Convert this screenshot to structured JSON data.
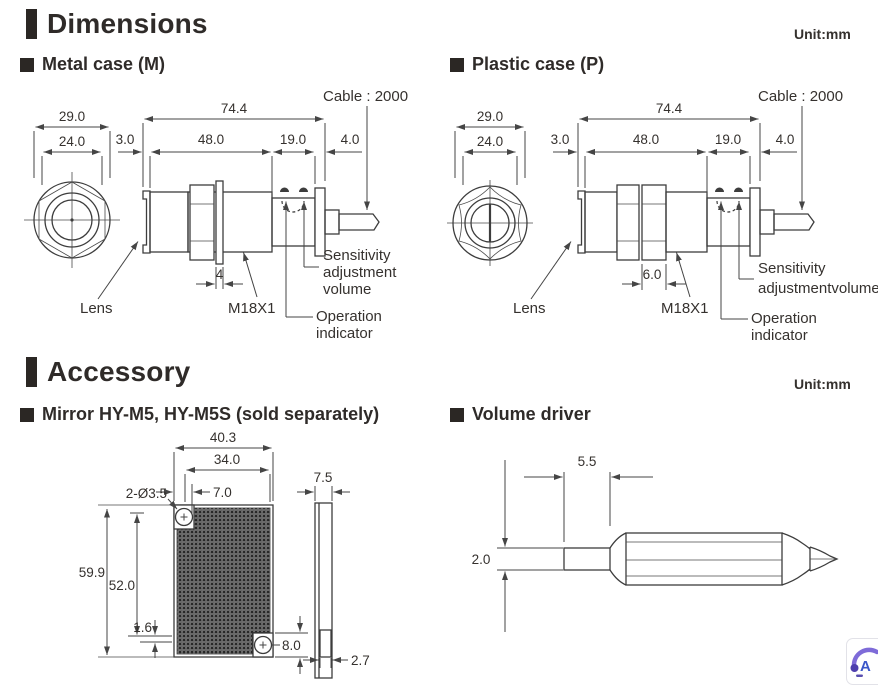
{
  "header": {
    "title": "Dimensions",
    "unit": "Unit:mm"
  },
  "accessory": {
    "title": "Accessory",
    "unit": "Unit:mm"
  },
  "metal": {
    "heading": "Metal case (M)",
    "cable": "Cable : 2000",
    "dim_outer": "29.0",
    "dim_inner": "24.0",
    "dim_total": "74.4",
    "seg": [
      "3.0",
      "48.0",
      "19.0",
      "4.0"
    ],
    "dim_nut": "4",
    "lens": "Lens",
    "thread": "M18X1",
    "sens": [
      "Sensitivity",
      "adjustment",
      "volume"
    ],
    "op": [
      "Operation",
      "indicator"
    ]
  },
  "plastic": {
    "heading": "Plastic case (P)",
    "cable": "Cable : 2000",
    "dim_outer": "29.0",
    "dim_inner": "24.0",
    "dim_total": "74.4",
    "seg": [
      "3.0",
      "48.0",
      "19.0",
      "4.0"
    ],
    "dim_nut": "6.0",
    "lens": "Lens",
    "thread": "M18X1",
    "sens": [
      "Sensitivity",
      "adjustmentvolume"
    ],
    "op": [
      "Operation",
      "indicator"
    ]
  },
  "mirror": {
    "heading": "Mirror HY-M5, HY-M5S (sold separately)",
    "dim_w_outer": "40.3",
    "dim_w_inner": "34.0",
    "dim_hole_offset": "7.0",
    "hole_note": "2-Ø3.5",
    "dim_h_outer": "59.9",
    "dim_h_inner": "52.0",
    "dim_lip": "1.6",
    "dim_tab": "8.0",
    "dim_thickness": "7.5",
    "dim_tab_thickness": "2.7"
  },
  "driver": {
    "heading": "Volume driver",
    "dim_tip_length": "5.5",
    "dim_tip_width": "2.0"
  },
  "watermark": {
    "letter": "A"
  },
  "colors": {
    "ink": "#3d3d3d",
    "text": "#35312e",
    "accent_purple": "#7e6bd8"
  }
}
